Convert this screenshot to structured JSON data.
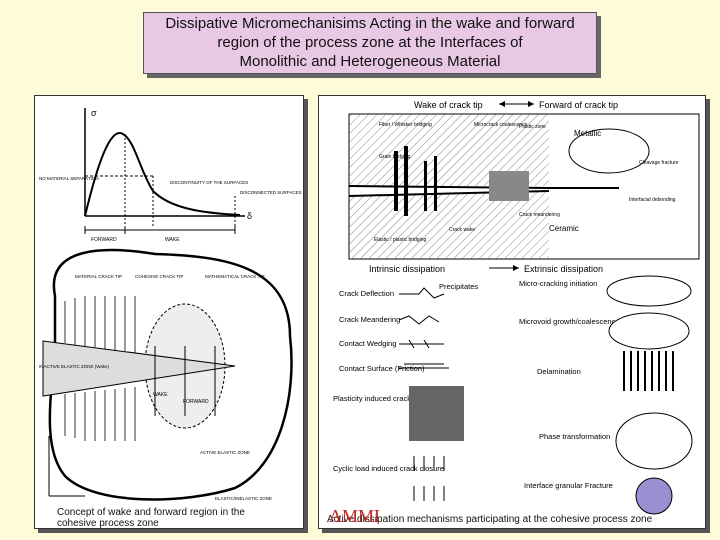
{
  "title": {
    "line1": "Dissipative Micromechanisims Acting in the wake and forward",
    "line2": "region of the process zone at the Interfaces of",
    "line3": "Monolithic and Heterogeneous Material"
  },
  "left_panel": {
    "caption_line1": "Concept of wake and forward region in the",
    "caption_line2": "cohesive process zone",
    "labels": {
      "material_separation": "NO MATERIAL SEPARATION",
      "discontinuity": "DISCONTINUITY OF THE SURFACES",
      "disconnected": "DISCONNECTED SURFACES",
      "forward": "FORWARD",
      "wake": "WAKE",
      "material_crack_tip": "MATERIAL CRACK TIP",
      "cohesive_crack_tip": "COHESIVE CRACK TIP",
      "math_crack_tip": "MATHEMATICAL CRACK TIP",
      "inactive_elastic": "INACTIVE ELASTIC ZONE (Wake)",
      "active_elastic": "ACTIVE ELASTIC ZONE",
      "elastic_inelastic": "ELASTIC/INELASTIC ZONE",
      "wake_lower": "WAKE",
      "forward_lower": "FORWARD",
      "sigma": "σ",
      "delta": "δ"
    }
  },
  "right_panel": {
    "header_wake": "Wake of crack tip",
    "header_forward": "Forward of crack tip",
    "intrinsic": "Intrinsic dissipation",
    "extrinsic": "Extrinsic dissipation",
    "top_labels": {
      "fiber_bridging": "Fiber / Whisker bridging",
      "microcrack_coalescence": "Microcrack coalescence",
      "plastic_zone": "Plastic zone",
      "metallic": "Metallic",
      "grain_bridging": "Grain bridging",
      "cleavage": "Cleavage fracture",
      "interfacial_debonding": "Interfacial debonding",
      "crack_meandering": "Crack meandering",
      "ceramic": "Ceramic",
      "crack_wake": "Crack wake",
      "plastic_bridging": "Elastic / plastic bridging"
    },
    "left_items": [
      "Crack Deflection",
      "Crack Meandering",
      "Contact Wedging",
      "Contact Surface (Friction)",
      "Plasticity induced crack closure",
      "Cyclic load induced crack closure"
    ],
    "mid_items": [
      "Precipitates"
    ],
    "right_items": [
      "Micro-cracking initiation",
      "Microvoid growth/coalescence",
      "Delamination",
      "Phase transformation",
      "Interface granular Fracture"
    ],
    "caption": "Active dissipation mechanisms participating at the cohesive process zone"
  },
  "watermark": "AMMI"
}
